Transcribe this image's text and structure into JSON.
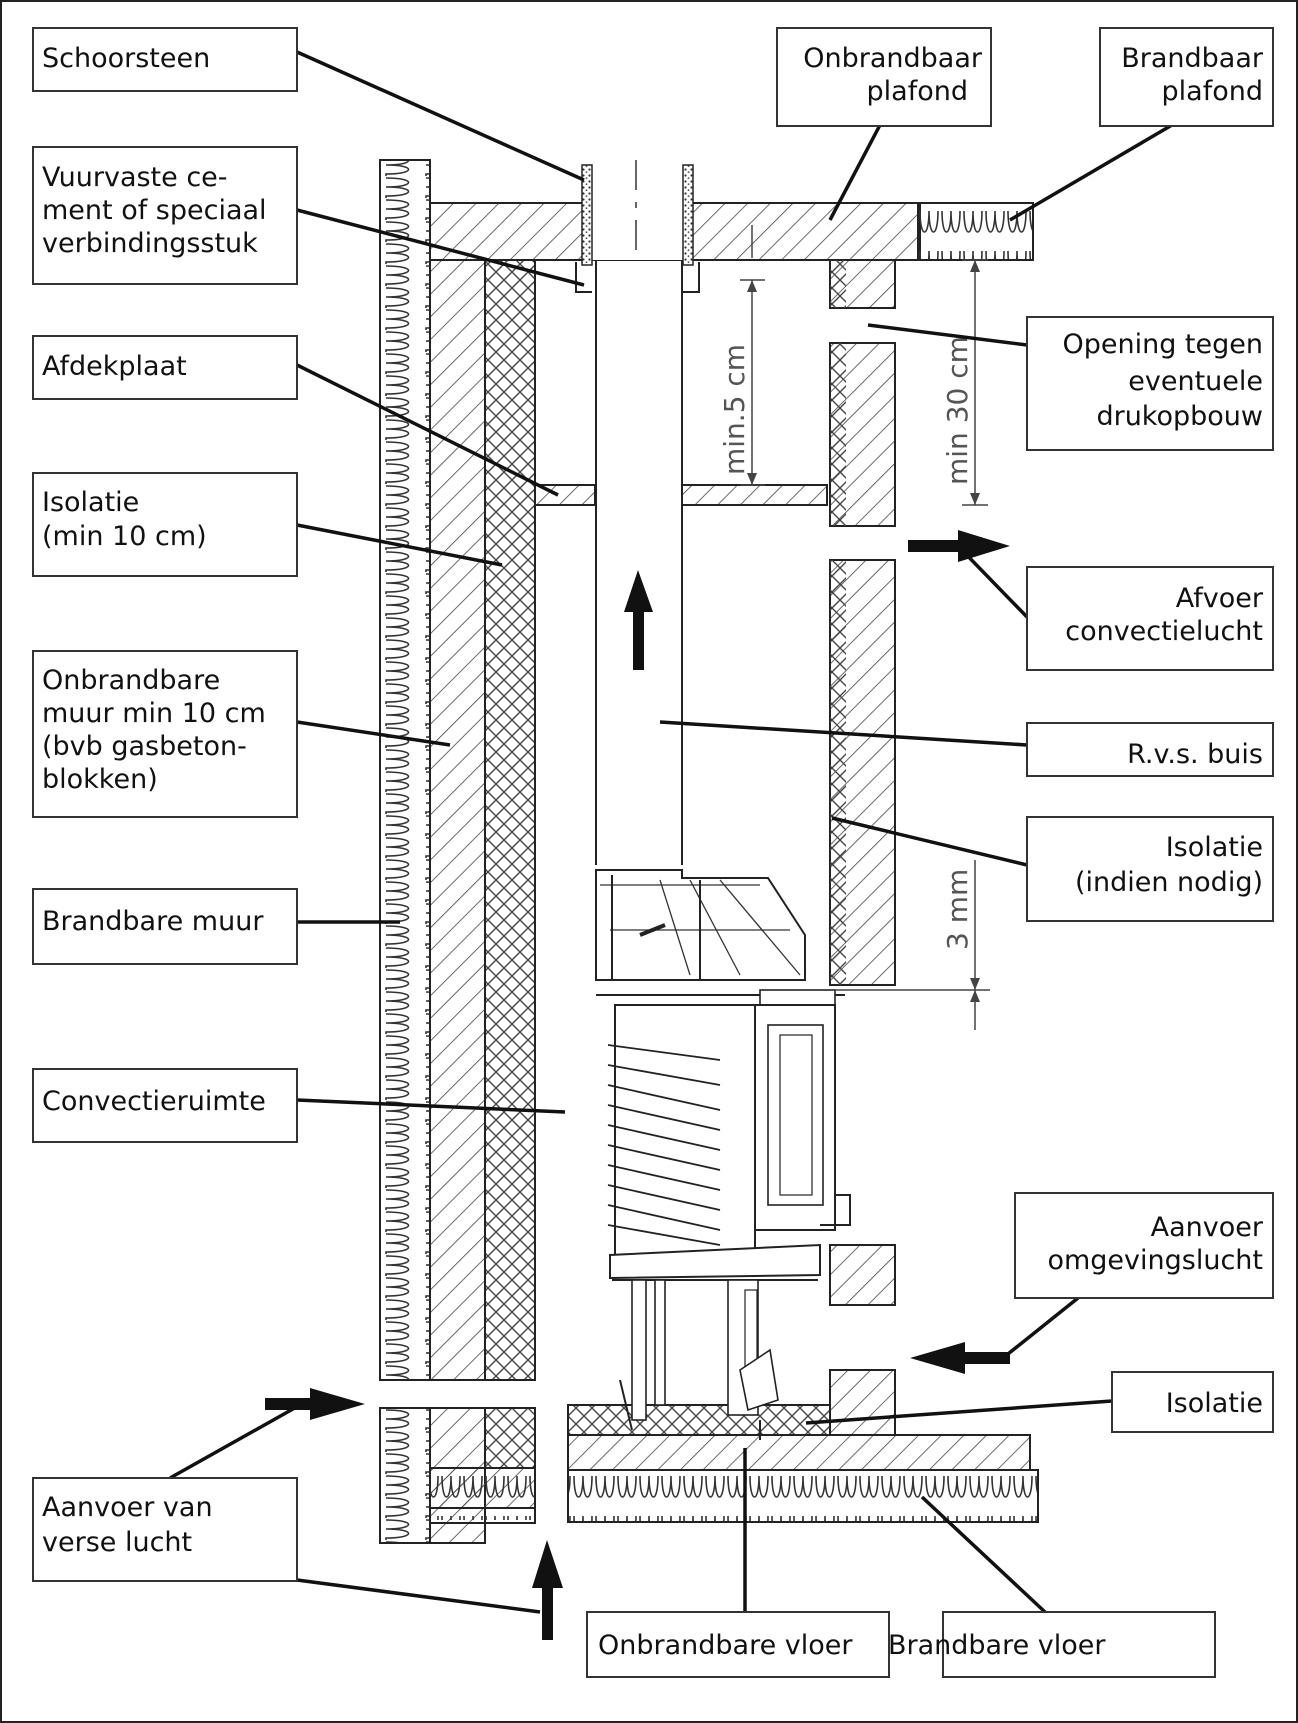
{
  "labels": {
    "schoorsteen": "Schoorsteen",
    "vuurvaste": [
      "Vuurvaste ce-",
      "ment of speciaal",
      "verbindingsstuk"
    ],
    "afdekplaat": "Afdekplaat",
    "isolatie_left": [
      "Isolatie",
      "(min 10 cm)"
    ],
    "onbrandbare_muur": [
      "Onbrandbare",
      "muur min 10 cm",
      "(bvb gasbeton-",
      "blokken)"
    ],
    "brandbare_muur": "Brandbare muur",
    "convectieruimte": "Convectieruimte",
    "aanvoer_verse": [
      "Aanvoer van",
      "verse lucht"
    ],
    "onbrandbaar_plafond": [
      "Onbrandbaar",
      "plafond"
    ],
    "brandbaar_plafond": [
      "Brandbaar",
      "plafond"
    ],
    "opening": [
      "Opening tegen",
      "eventuele",
      "drukopbouw"
    ],
    "afvoer": [
      "Afvoer",
      "convectielucht"
    ],
    "rvs_buis": "R.v.s. buis",
    "isolatie_indien": [
      "Isolatie",
      "(indien nodig)"
    ],
    "aanvoer_omgeving": [
      "Aanvoer",
      "omgevingslucht"
    ],
    "isolatie_right": "Isolatie",
    "onbrandbare_vloer": "Onbrandbare vloer",
    "brandbare_vloer": "Brandbare vloer"
  },
  "dimensions": {
    "min5": "min.5 cm",
    "min30": "min 30 cm",
    "mm3": "3 mm"
  },
  "colors": {
    "line": "#111111",
    "hatch": "#444444",
    "background": "#ffffff"
  }
}
